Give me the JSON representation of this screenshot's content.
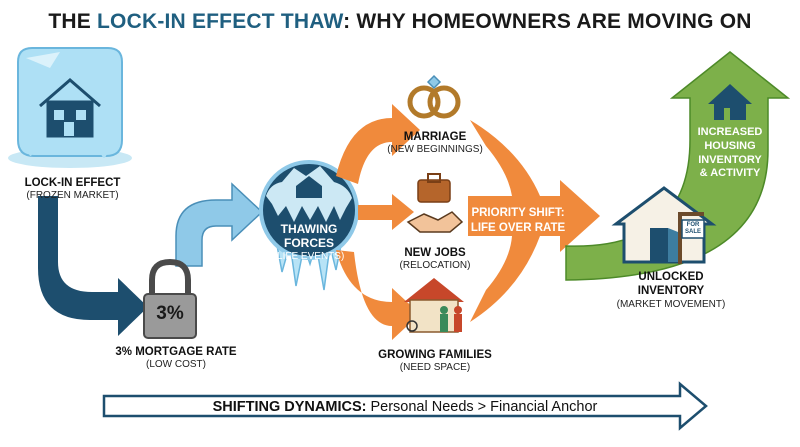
{
  "title": {
    "part1": "THE ",
    "highlight": "LOCK-IN EFFECT THAW",
    "part2": ": WHY HOMEOWNERS ARE MOVING ON"
  },
  "colors": {
    "navy": "#1d4e6e",
    "light_blue": "#8fc9e8",
    "orange": "#f08a3c",
    "green": "#7db04a",
    "title_highlight": "#1f5f80"
  },
  "lock_in": {
    "label": "LOCK-IN EFFECT",
    "sub": "(FROZEN MARKET)"
  },
  "mortgage": {
    "badge": "3%",
    "label": "3% MORTGAGE RATE",
    "sub": "(LOW COST)"
  },
  "thawing": {
    "line1": "THAWING",
    "line2": "FORCES",
    "sub": "(LIFE EVENTS)"
  },
  "events": [
    {
      "label": "MARRIAGE",
      "sub": "(NEW BEGINNINGS)",
      "icon": "rings-icon"
    },
    {
      "label": "NEW JOBS",
      "sub": "(RELOCATION)",
      "icon": "briefcase-handshake-icon"
    },
    {
      "label": "GROWING FAMILIES",
      "sub": "(NEED SPACE)",
      "icon": "family-house-icon"
    }
  ],
  "priority_shift": {
    "line1": "PRIORITY SHIFT:",
    "line2": "LIFE OVER RATE"
  },
  "unlocked": {
    "label": "UNLOCKED",
    "label2": "INVENTORY",
    "sub": "(MARKET MOVEMENT)",
    "sign": "FOR SALE"
  },
  "increased": {
    "line1": "INCREASED",
    "line2": "HOUSING",
    "line3": "INVENTORY",
    "line4": "& ACTIVITY"
  },
  "bottom": {
    "bold": "SHIFTING DYNAMICS:",
    "rest": " Personal Needs > Financial Anchor"
  }
}
